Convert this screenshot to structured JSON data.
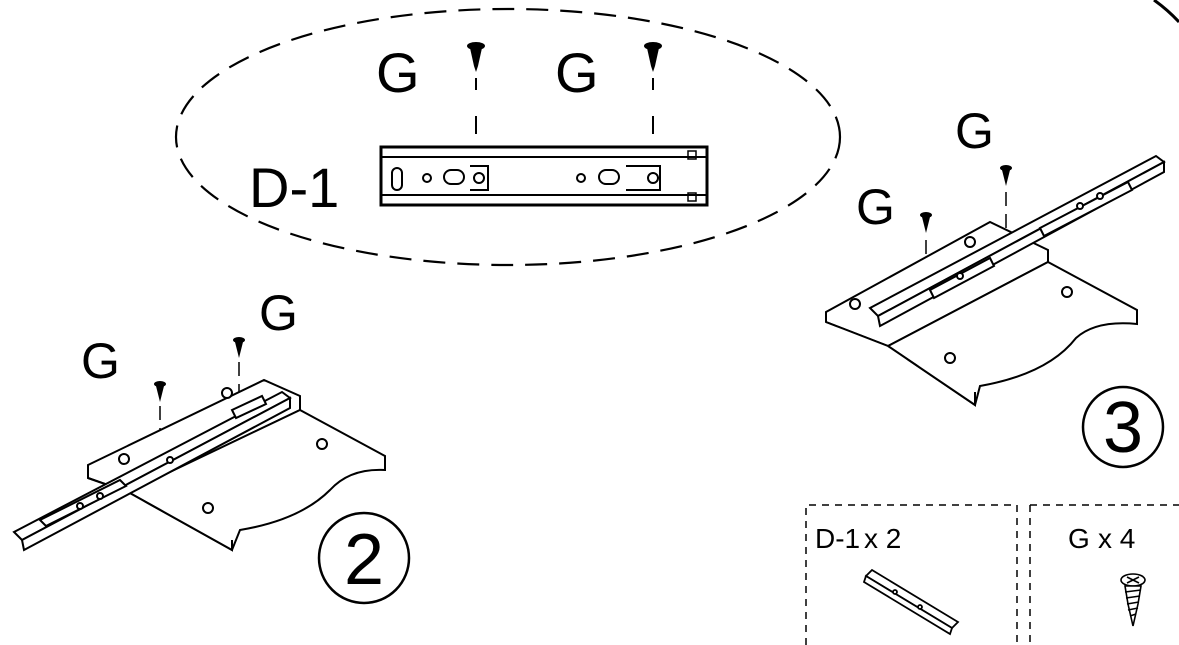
{
  "detail": {
    "part_label": "D-1",
    "screw_left": "G",
    "screw_right": "G"
  },
  "step2": {
    "number": "2",
    "screw_left": "G",
    "screw_right": "G"
  },
  "step3": {
    "number": "3",
    "screw_left": "G",
    "screw_right": "G"
  },
  "parts_list": [
    {
      "id": "D-1",
      "qty_text": "x  2",
      "icon": "drawer-slide-icon"
    },
    {
      "id": "G",
      "qty_text": "x  4",
      "icon": "screw-icon"
    }
  ]
}
